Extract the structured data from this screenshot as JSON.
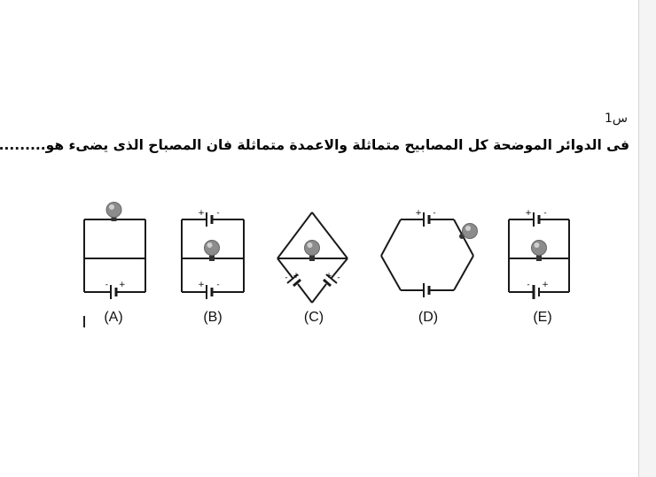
{
  "question": {
    "number": "س1",
    "text": "فى الدوائر الموضحة كل المصابيح متماثلة والاعمدة متماثلة فان المصباح الذى يضىء هو.........."
  },
  "circuits": [
    {
      "label": "(A)"
    },
    {
      "label": "(B)"
    },
    {
      "label": "(C)"
    },
    {
      "label": "(D)"
    },
    {
      "label": "(E)"
    }
  ],
  "battery_signs": {
    "positive": "+",
    "negative": "-"
  },
  "colors": {
    "wire": "#1a1a1a",
    "bulb": "#8c8c8c",
    "bulb_highlight": "#d0d0d0"
  }
}
